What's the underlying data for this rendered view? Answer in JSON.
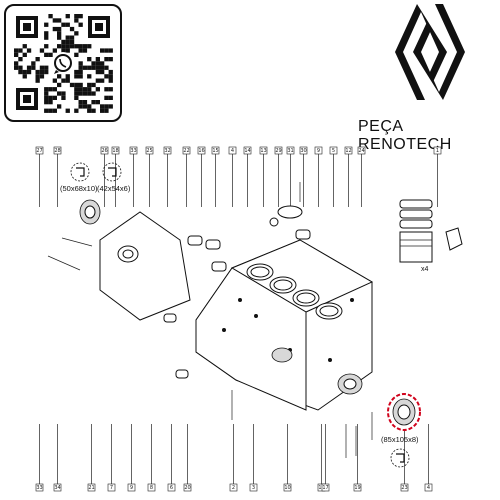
{
  "brand": {
    "name": "PEÇA RENOTECH",
    "logo_icon": "renault-diamond-logo",
    "qr_icon": "whatsapp-qr-code"
  },
  "dimensions": {
    "seal_front_outer": "(50x68x10)",
    "seal_front_inner": "(42x54x6)",
    "seal_rear": "(85x105x8)",
    "piston_qty": "x4"
  },
  "callouts_top": [
    "27",
    "28",
    "26",
    "18",
    "33",
    "25",
    "32",
    "22",
    "16",
    "15",
    "4",
    "14",
    "13",
    "29",
    "31",
    "30",
    "9",
    "5",
    "12",
    "24",
    "1"
  ],
  "callouts_bottom": [
    "33",
    "34",
    "21",
    "7",
    "9",
    "8",
    "6",
    "20",
    "2",
    "3",
    "10",
    "11",
    "17",
    "19",
    "23",
    "4"
  ],
  "colors": {
    "highlight": "#d0021b",
    "ink": "#111111"
  }
}
